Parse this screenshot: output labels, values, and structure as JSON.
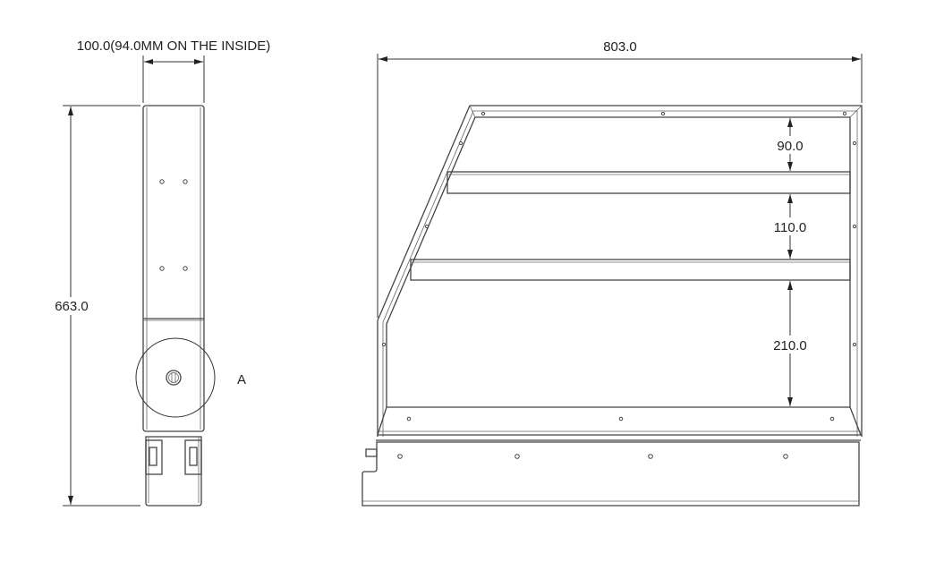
{
  "side_view": {
    "width_dimension": "100.0(94.0MM ON THE INSIDE)",
    "height_dimension": "663.0",
    "detail_label": "A"
  },
  "front_view": {
    "width_dimension": "803.0",
    "shelf_dimensions": [
      "90.0",
      "110.0",
      "210.0"
    ]
  }
}
